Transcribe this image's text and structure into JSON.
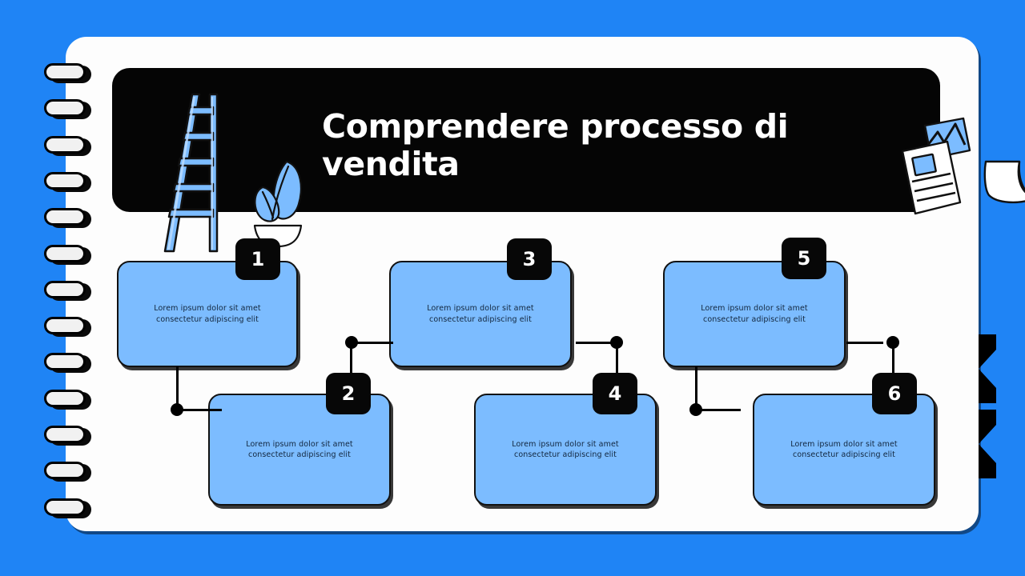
{
  "slide": {
    "title": "Comprendere processo di vendita",
    "background_color": "#1f84f5",
    "page_color": "#fdfdfd",
    "header_color": "#050505",
    "card_color": "#7cbcff",
    "accent_color": "#000000"
  },
  "decorations": {
    "ladder": "ladder-illustration",
    "plant": "potted-plant-illustration",
    "documents": "documents-chart-illustration",
    "page_curl": "page-curl",
    "corner_dot": "small-circle-mark",
    "bookmarks": [
      "bookmark-ribbon-1",
      "bookmark-ribbon-2"
    ],
    "spiral_ring_count": 13
  },
  "steps": [
    {
      "number": "1",
      "text": "Lorem ipsum dolor sit amet consectetur adipiscing elit"
    },
    {
      "number": "2",
      "text": "Lorem ipsum dolor sit amet consectetur adipiscing elit"
    },
    {
      "number": "3",
      "text": "Lorem ipsum dolor sit amet consectetur adipiscing elit"
    },
    {
      "number": "4",
      "text": "Lorem ipsum dolor sit amet consectetur adipiscing elit"
    },
    {
      "number": "5",
      "text": "Lorem ipsum dolor sit amet consectetur adipiscing elit"
    },
    {
      "number": "6",
      "text": "Lorem ipsum dolor sit amet consectetur adipiscing elit"
    }
  ]
}
